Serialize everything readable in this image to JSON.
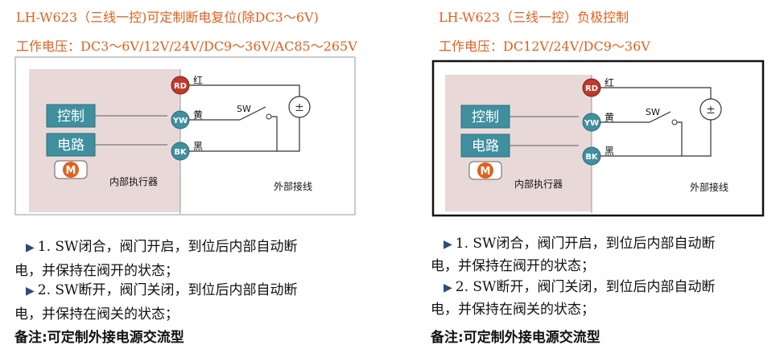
{
  "panels": [
    {
      "title": "LH-W623（三线一控)可定制断电复位(除DC3～6V)",
      "voltage": "工作电压：DC3～6V/12V/24V/DC9～36V/AC85～265V",
      "diagram": {
        "control_box": [
          "控制",
          "电路"
        ],
        "motor": "M",
        "internal_label": "内部执行器",
        "external_label": "外部接线",
        "terminals": [
          {
            "code": "RD",
            "color_name": "红"
          },
          {
            "code": "YW",
            "color_name": "黄"
          },
          {
            "code": "BK",
            "color_name": "黑"
          }
        ],
        "switch_label": "SW",
        "power_symbol": "±"
      },
      "steps": [
        [
          "1. SW闭合，阀门开启，到位后内部自动断",
          "电，并保持在阀开的状态；"
        ],
        [
          "2. SW断开，阀门关闭，到位后内部自动断",
          "电，并保持在阀关的状态；"
        ]
      ],
      "note": "备注:可定制外接电源交流型"
    },
    {
      "title": "LH-W623（三线一控）负极控制",
      "voltage": "工作电压：DC12V/24V/DC9～36V",
      "diagram": {
        "control_box": [
          "控制",
          "电路"
        ],
        "motor": "M",
        "internal_label": "内部执行器",
        "external_label": "外部接线",
        "terminals": [
          {
            "code": "RD",
            "color_name": "红"
          },
          {
            "code": "YW",
            "color_name": "黄"
          },
          {
            "code": "BK",
            "color_name": "黑"
          }
        ],
        "switch_label": "SW",
        "power_symbol": "±"
      },
      "steps": [
        [
          "1. SW闭合，阀门开启，到位后内部自动断",
          "电，并保持在阀开的状态；"
        ],
        [
          "2. SW断开，阀门关闭，到位后内部自动断",
          "电，并保持在阀关的状态；"
        ]
      ],
      "note": "备注:可定制外接电源交流型"
    }
  ],
  "colors": {
    "title_orange": "#e2601e",
    "control_box_teal": "#3f8f9f",
    "terminal_red": "#c0392b",
    "terminal_yellow": "#3f8f9f",
    "terminal_black": "#3f8f9f",
    "panel_shade": "#e9d8d8",
    "bullet_blue": "#2a4d7a"
  }
}
